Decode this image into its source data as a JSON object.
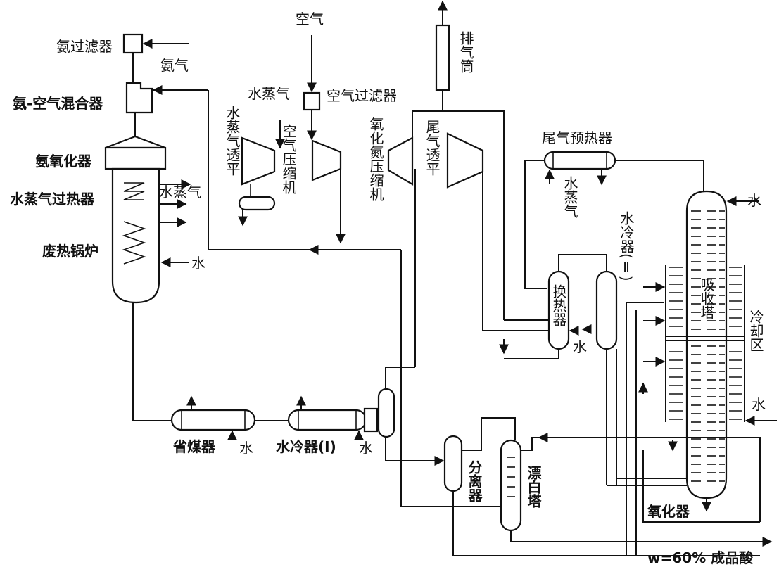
{
  "labels": {
    "ammonia_filter": "氨过滤器",
    "ammonia_gas": "氨气",
    "ammonia_air_mixer": "氨-空气混合器",
    "ammonia_oxidizer": "氨氧化器",
    "steam_superheater": "水蒸气过热器",
    "steam_out": "水蒸气",
    "waste_heat_boiler": "废热锅炉",
    "water_boiler": "水",
    "steam_top": "水蒸气",
    "steam_turbine": "水蒸气透平",
    "air_top": "空气",
    "air_filter": "空气过滤器",
    "air_compressor": "空气压缩机",
    "nox_compressor": "氧化氮压缩机",
    "tail_gas_turbine": "尾气透平",
    "exhaust_stack": "排气筒",
    "tail_gas_preheater": "尾气预热器",
    "steam_preheater": "水蒸气",
    "water_absorber_top": "水",
    "water_cooler_2": "水冷器(Ⅱ)",
    "heat_exchanger": "换热器",
    "water_hx": "水",
    "absorber": "吸收塔",
    "cooling_zone": "冷却区",
    "water_absorber_side": "水",
    "economizer": "省煤器",
    "water_economizer": "水",
    "water_cooler_1": "水冷器(Ⅰ)",
    "water_cooler_1_water": "水",
    "separator": "分离器",
    "bleach_tower": "漂白塔",
    "oxidizer": "氧化器",
    "product": "w=60% 成品酸"
  }
}
